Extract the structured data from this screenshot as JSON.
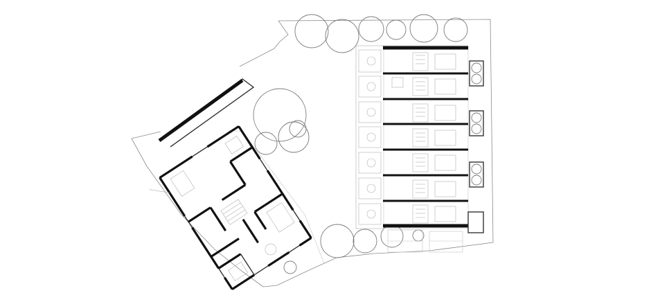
{
  "drawing": {
    "kind": "site-plan",
    "line_color": "#111111",
    "secondary_line_color": "#8a8a8a",
    "background": "#ffffff",
    "rowhouse_units": 7,
    "trees_top_row": 6,
    "trees_center_cluster": 4,
    "trees_bottom_row": 4
  }
}
